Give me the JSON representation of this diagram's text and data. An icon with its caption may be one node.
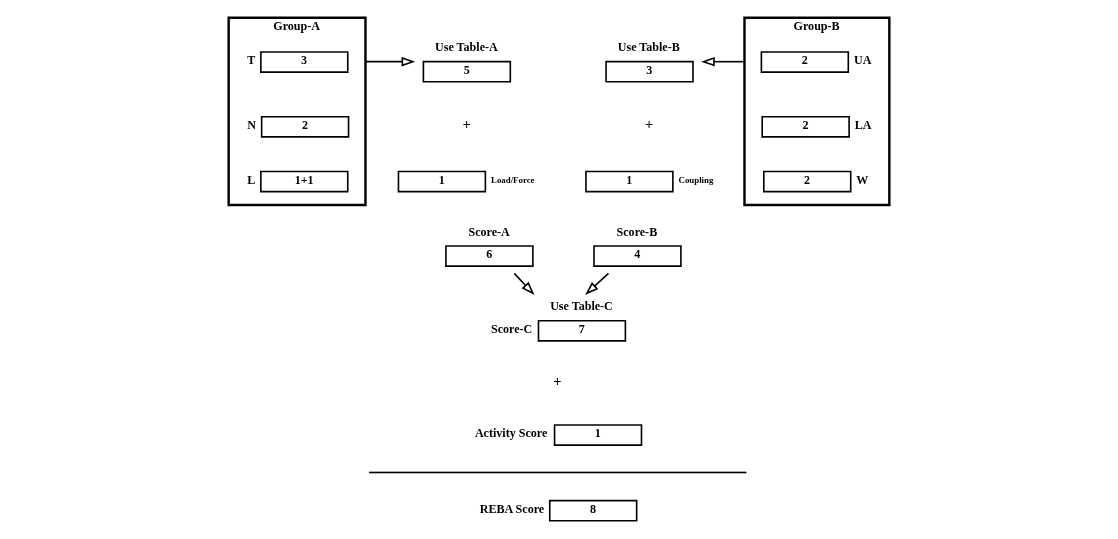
{
  "diagram": {
    "nodes": [
      {
        "text": [
          "Group-A"
        ]
      },
      {
        "text": [
          "3"
        ],
        "in": 0,
        "beside": [
          "T"
        ]
      },
      {
        "text": [
          "2"
        ],
        "in": 0,
        "beside": [
          "N"
        ]
      },
      {
        "text": [
          "1+1"
        ],
        "in": 0,
        "beside": [
          "L"
        ]
      },
      {
        "text": [
          "5"
        ],
        "beside": [
          "Use Table-A"
        ]
      },
      {
        "text": [
          "1"
        ],
        "beside": [
          "Load/Force"
        ]
      },
      {
        "text": [
          "6"
        ],
        "beside": [
          "Score-A"
        ]
      },
      {
        "text": [
          "Group-B"
        ]
      },
      {
        "text": [
          "2"
        ],
        "in": 7,
        "beside": [
          "UA"
        ]
      },
      {
        "text": [
          "2"
        ],
        "in": 7,
        "beside": [
          "LA"
        ]
      },
      {
        "text": [
          "2"
        ],
        "in": 7,
        "beside": [
          "W"
        ]
      },
      {
        "text": [
          "3"
        ],
        "beside": [
          "Use Table-B"
        ]
      },
      {
        "text": [
          "1"
        ],
        "beside": [
          "Coupling"
        ]
      },
      {
        "text": [
          "4"
        ],
        "beside": [
          "Score-B"
        ]
      },
      {
        "text": [
          "7"
        ],
        "beside": [
          "Use Table-C",
          "Score-C"
        ]
      },
      {
        "text": [
          "1"
        ],
        "beside": [
          "Activity Score"
        ]
      },
      {
        "text": [
          "8"
        ],
        "beside": [
          "REBA Score"
        ]
      }
    ],
    "edges": [
      {
        "from": 0,
        "to": 4,
        "arrow": "to"
      },
      {
        "from": 7,
        "to": 11,
        "arrow": "to"
      },
      {
        "from": 6,
        "to": 14,
        "arrow": "to"
      },
      {
        "from": 13,
        "to": 14,
        "arrow": "to"
      }
    ],
    "labels": [
      "+",
      "+",
      "+"
    ]
  }
}
